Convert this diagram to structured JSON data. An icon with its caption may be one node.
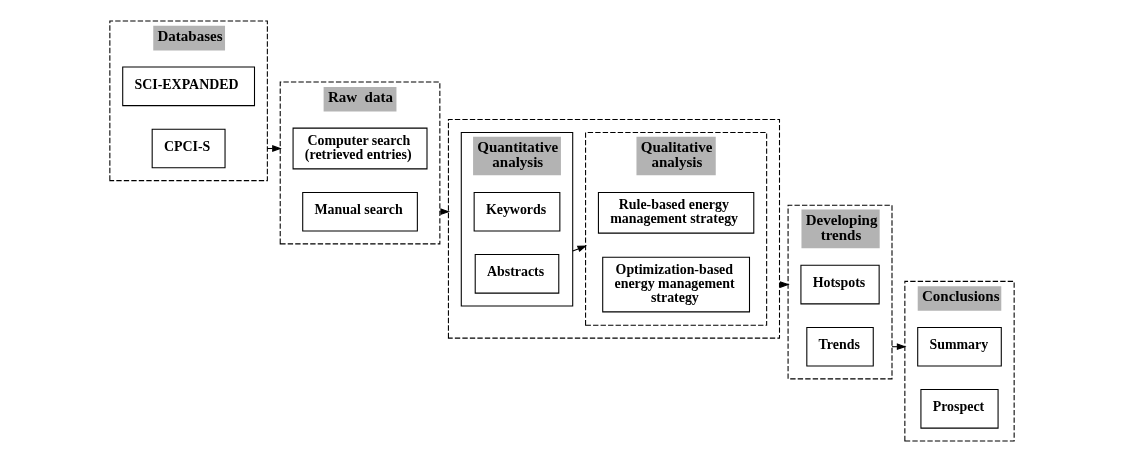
{
  "diagram": {
    "nodes": [
      {
        "text": [
          "Databases"
        ]
      },
      {
        "text": [
          "SCI-EXPANDED"
        ],
        "in": 0
      },
      {
        "text": [
          "CPCI-S"
        ],
        "in": 0
      },
      {
        "text": [
          "Raw  data"
        ]
      },
      {
        "text": [
          "Computer search (retrieved entries)"
        ],
        "in": 3
      },
      {
        "text": [
          "Manual search"
        ],
        "in": 3
      },
      {
        "text": [],
        "shape": "box"
      },
      {
        "text": [
          "Quantitative analysis"
        ],
        "in": 6
      },
      {
        "text": [
          "Keywords"
        ],
        "in": 7
      },
      {
        "text": [
          "Abstracts"
        ],
        "in": 7
      },
      {
        "text": [
          "Qualitative analysis"
        ],
        "in": 6
      },
      {
        "text": [
          "Rule-based energy management strategy"
        ],
        "in": 10
      },
      {
        "text": [
          "Optimization-based energy management strategy"
        ],
        "in": 10
      },
      {
        "text": [
          "Developing trends"
        ]
      },
      {
        "text": [
          "Hotspots"
        ],
        "in": 13
      },
      {
        "text": [
          "Trends"
        ],
        "in": 13
      },
      {
        "text": [
          "Conclusions"
        ]
      },
      {
        "text": [
          "Summary"
        ],
        "in": 16
      },
      {
        "text": [
          "Prospect"
        ],
        "in": 16
      }
    ],
    "edges": [
      {
        "from": 0,
        "to": 3,
        "arrow": "to"
      },
      {
        "from": 3,
        "to": 6,
        "arrow": "to"
      },
      {
        "from": 7,
        "to": 10,
        "arrow": "to"
      },
      {
        "from": 6,
        "to": 13,
        "arrow": "to"
      },
      {
        "from": 13,
        "to": 16,
        "arrow": "to"
      }
    ]
  }
}
